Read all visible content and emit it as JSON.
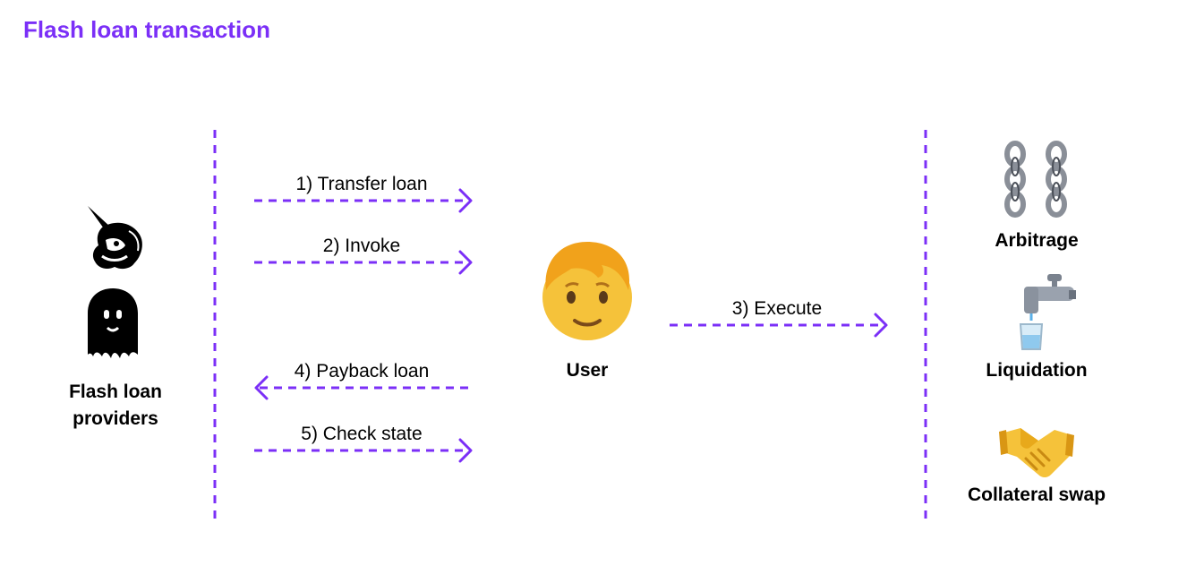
{
  "title": "Flash loan transaction",
  "colors": {
    "accent": "#7b2ff7"
  },
  "providers": {
    "label_line1": "Flash loan",
    "label_line2": "providers",
    "icons": [
      "unicorn-icon",
      "ghost-icon"
    ]
  },
  "user": {
    "label": "User",
    "icon": "person-icon"
  },
  "steps": [
    {
      "label": "1) Transfer loan",
      "direction": "right"
    },
    {
      "label": "2) Invoke",
      "direction": "right"
    },
    {
      "label": "3) Execute",
      "direction": "right"
    },
    {
      "label": "4) Payback loan",
      "direction": "left"
    },
    {
      "label": "5) Check state",
      "direction": "right"
    }
  ],
  "use_cases": [
    {
      "label": "Arbitrage",
      "icon": "chains-icon"
    },
    {
      "label": "Liquidation",
      "icon": "faucet-icon"
    },
    {
      "label": "Collateral swap",
      "icon": "handshake-icon"
    }
  ]
}
